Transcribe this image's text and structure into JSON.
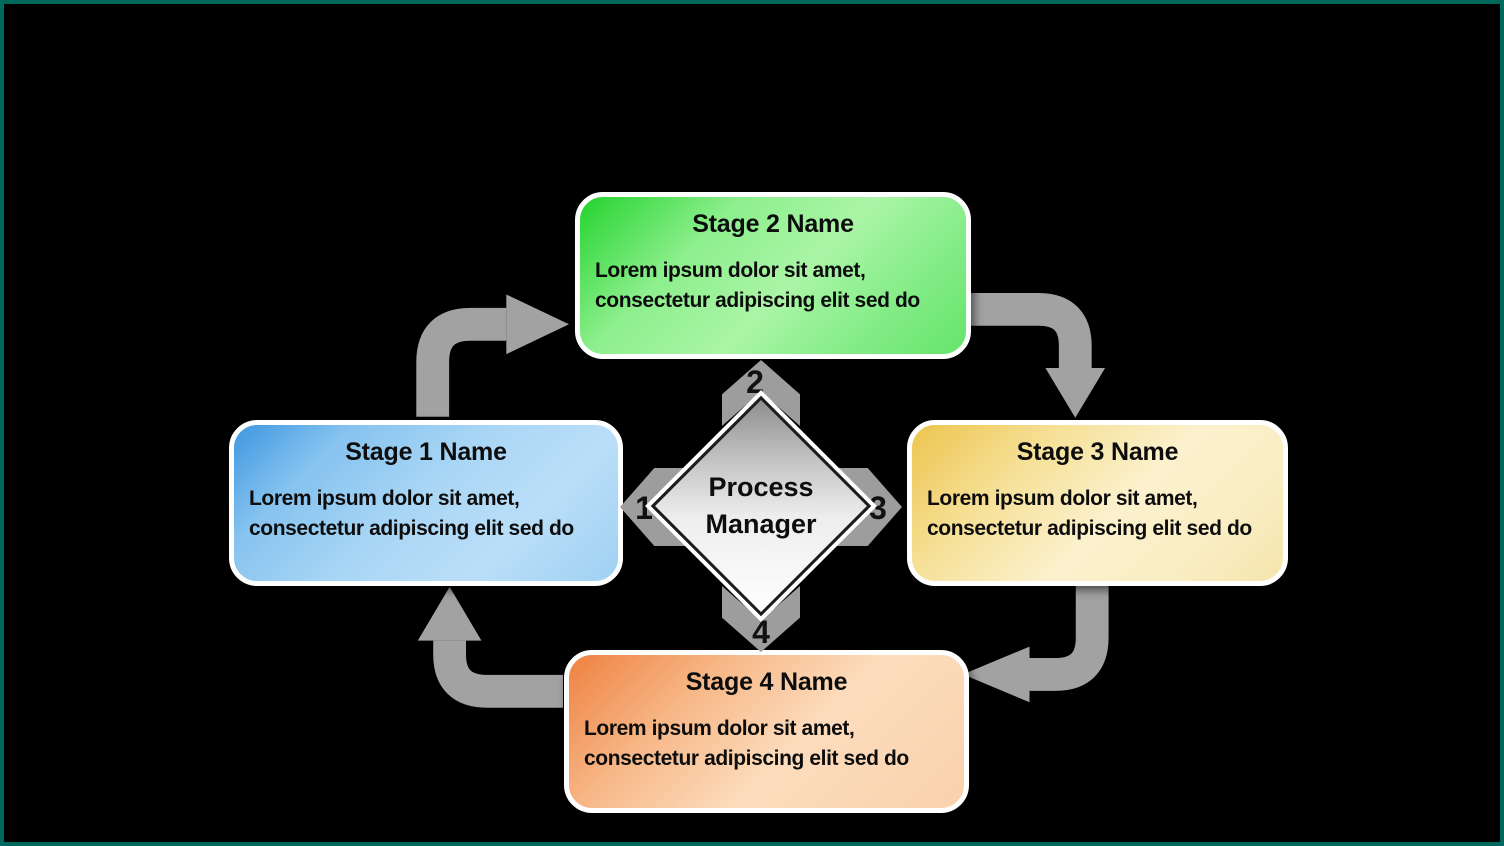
{
  "diagram": {
    "type": "process-cycle",
    "background": "#000000",
    "frame_color": "#00695E",
    "arrow_color": "#A2A2A2",
    "chevron_color": "#9D9D9D",
    "center": {
      "label": "Process Manager",
      "label_line1": "Process",
      "label_line2": "Manager",
      "gradient": [
        "#8e8e8e 0%",
        "#c6c6c6 30%",
        "#ededed 55%",
        "#ffffff 100%"
      ]
    },
    "stages": [
      {
        "number": "1",
        "title": "Stage 1 Name",
        "body": "Lorem ipsum dolor sit amet, consectetur adipiscing elit sed do",
        "body_line1": "Lorem ipsum dolor sit amet,",
        "body_line2": "consectetur adipiscing elit sed do",
        "accent": "#3E97E1",
        "gradient": [
          "#3E97E1 0%",
          "#86C3EF 22%",
          "#A9D6F5 48%",
          "#BADEF8 72%",
          "#9FD1F2 100%"
        ]
      },
      {
        "number": "2",
        "title": "Stage 2 Name",
        "body": "Lorem ipsum dolor sit amet, consectetur adipiscing elit sed do",
        "body_line1": "Lorem ipsum dolor sit amet,",
        "body_line2": "consectetur adipiscing elit sed do",
        "accent": "#24D32E",
        "gradient": [
          "#24D32E 0%",
          "#8DEF8D 30%",
          "#AAF5A6 55%",
          "#83EC86 78%",
          "#66E46C 100%"
        ]
      },
      {
        "number": "3",
        "title": "Stage 3 Name",
        "body": "Lorem ipsum dolor sit amet, consectetur adipiscing elit sed do",
        "body_line1": "Lorem ipsum dolor sit amet,",
        "body_line2": "consectetur adipiscing elit sed do",
        "accent": "#EDC44E",
        "gradient": [
          "#EDC44E 0%",
          "#F6E096 28%",
          "#FBF1CD 55%",
          "#F9EDC2 80%",
          "#F5E5AC 100%"
        ]
      },
      {
        "number": "4",
        "title": "Stage 4 Name",
        "body": "Lorem ipsum dolor sit amet, consectetur adipiscing elit sed do",
        "body_line1": "Lorem ipsum dolor sit amet,",
        "body_line2": "consectetur adipiscing elit sed do",
        "accent": "#EE8140",
        "gradient": [
          "#EE8140 0%",
          "#F7B888 30%",
          "#FCDCBD 58%",
          "#FAD2AC 100%"
        ]
      }
    ]
  }
}
